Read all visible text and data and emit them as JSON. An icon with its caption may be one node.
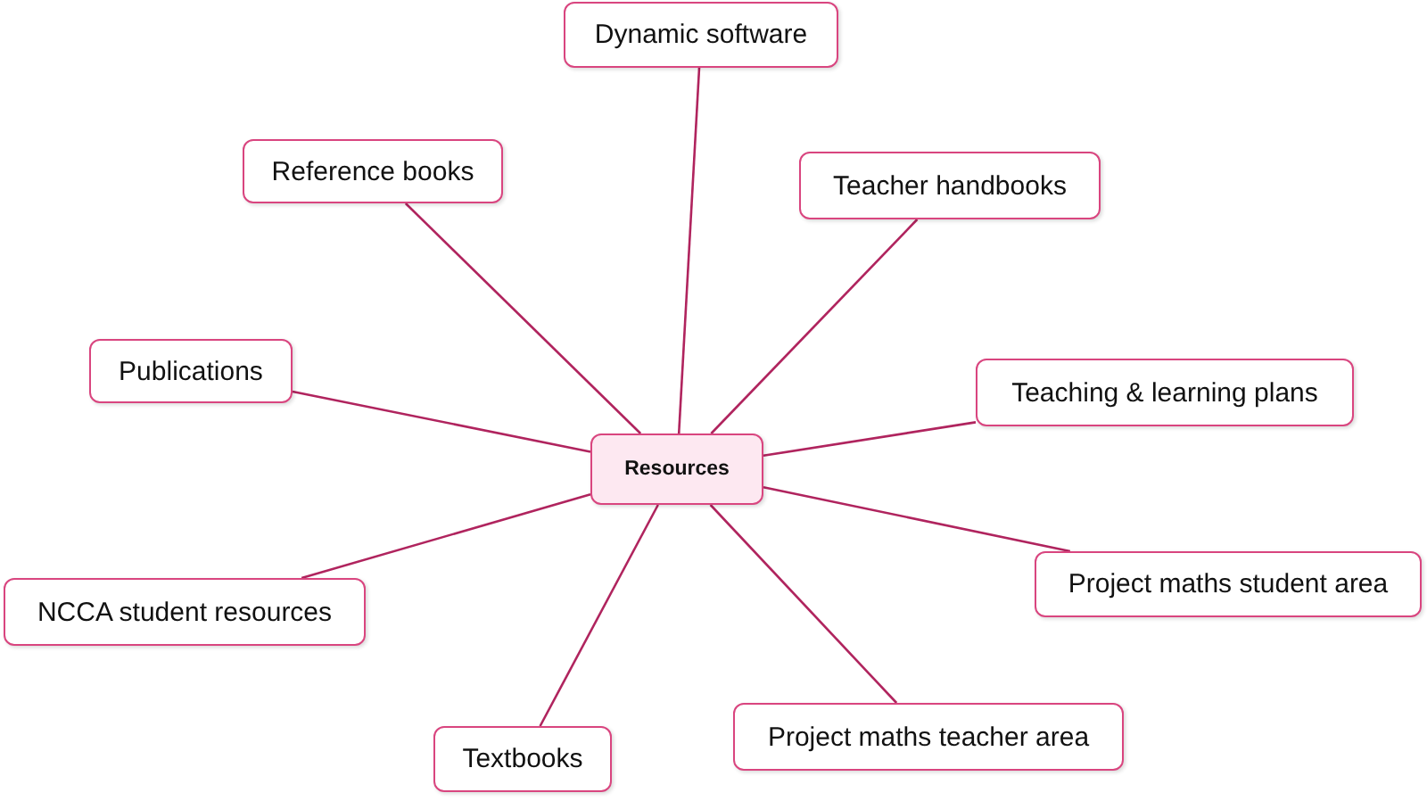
{
  "diagram": {
    "nodes": [
      {
        "text": [
          "Resources"
        ]
      },
      {
        "text": [
          "Dynamic software"
        ]
      },
      {
        "text": [
          "Reference books"
        ]
      },
      {
        "text": [
          "Teacher handbooks"
        ]
      },
      {
        "text": [
          "Publications"
        ]
      },
      {
        "text": [
          "Teaching & learning plans"
        ]
      },
      {
        "text": [
          "NCCA student resources"
        ]
      },
      {
        "text": [
          "Project maths student area"
        ]
      },
      {
        "text": [
          "Textbooks"
        ]
      },
      {
        "text": [
          "Project maths teacher area"
        ]
      }
    ],
    "edges": [
      {
        "from": 0,
        "to": 1,
        "arrow": "none"
      },
      {
        "from": 0,
        "to": 2,
        "arrow": "none"
      },
      {
        "from": 0,
        "to": 3,
        "arrow": "none"
      },
      {
        "from": 0,
        "to": 4,
        "arrow": "none"
      },
      {
        "from": 0,
        "to": 5,
        "arrow": "none"
      },
      {
        "from": 0,
        "to": 6,
        "arrow": "none"
      },
      {
        "from": 0,
        "to": 7,
        "arrow": "none"
      },
      {
        "from": 0,
        "to": 8,
        "arrow": "none"
      },
      {
        "from": 0,
        "to": 9,
        "arrow": "none"
      }
    ]
  }
}
